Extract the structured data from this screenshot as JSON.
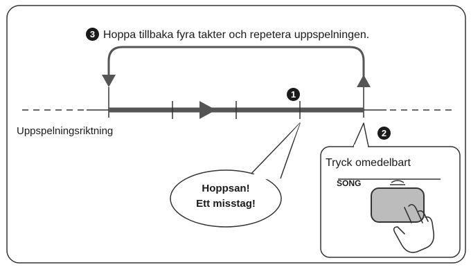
{
  "instruction": {
    "step_number": "3",
    "text": "Hoppa tillbaka fyra takter och repetera uppspelningen."
  },
  "timeline": {
    "direction_label": "Uppspelningsriktning"
  },
  "markers": {
    "mistake_step": "1",
    "press_step": "2"
  },
  "speech_bubble": {
    "line1": "Hoppsan!",
    "line2": "Ett misstag!"
  },
  "panel": {
    "title": "Tryck omedelbart",
    "song_label": "SONG",
    "repeat_symbol": "↻"
  },
  "colors": {
    "timeline": "#555555",
    "outline": "#333333",
    "button_fill": "#bcbcbc",
    "bubble_fill": "#ffffff"
  },
  "icons": [
    "repeat-icon",
    "pointing-hand-icon"
  ]
}
